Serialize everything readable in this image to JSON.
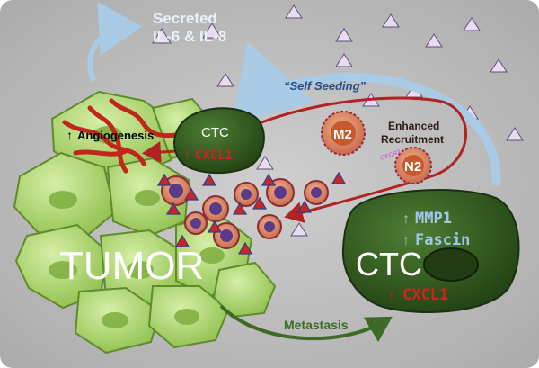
{
  "colors": {
    "background": "#bdbdbd",
    "tumor_fill": "#a9d66a",
    "tumor_stroke": "#5f8b2c",
    "ctc_fill": "#2f5a1e",
    "self_seeding_arrow": "#a9cbe6",
    "recruitment_arrow": "#b22222",
    "metastasis_arrow": "#3d6b26",
    "cytokine_triangle": "#e9dcf0",
    "red_text": "#d62020",
    "blue_text": "#9fc7ea"
  },
  "labels": {
    "secreted_line1": "Secreted",
    "secreted_line2": "IL-6 & IL-8",
    "self_seeding": "“Self Seeding”",
    "angiogenesis_arrow": "↑",
    "angiogenesis": "Angiogenesis",
    "ctc_small": "CTC",
    "ctc_small_arrow": "↑",
    "ctc_small_marker": "CXCL1",
    "m2": "M2",
    "n2": "N2",
    "enhanced_line1": "Enhanced",
    "enhanced_line2": "Recruitment",
    "cxcr2": "CXCR2",
    "tumor": "TUMOR",
    "ctc_large": "CTC",
    "mmp1_arrow": "↑",
    "mmp1": "MMP1",
    "fascin_arrow": "↑",
    "fascin": "Fascin",
    "cxcl1_arrow": "↑",
    "cxcl1": "CXCL1",
    "metastasis": "Metastasis"
  }
}
